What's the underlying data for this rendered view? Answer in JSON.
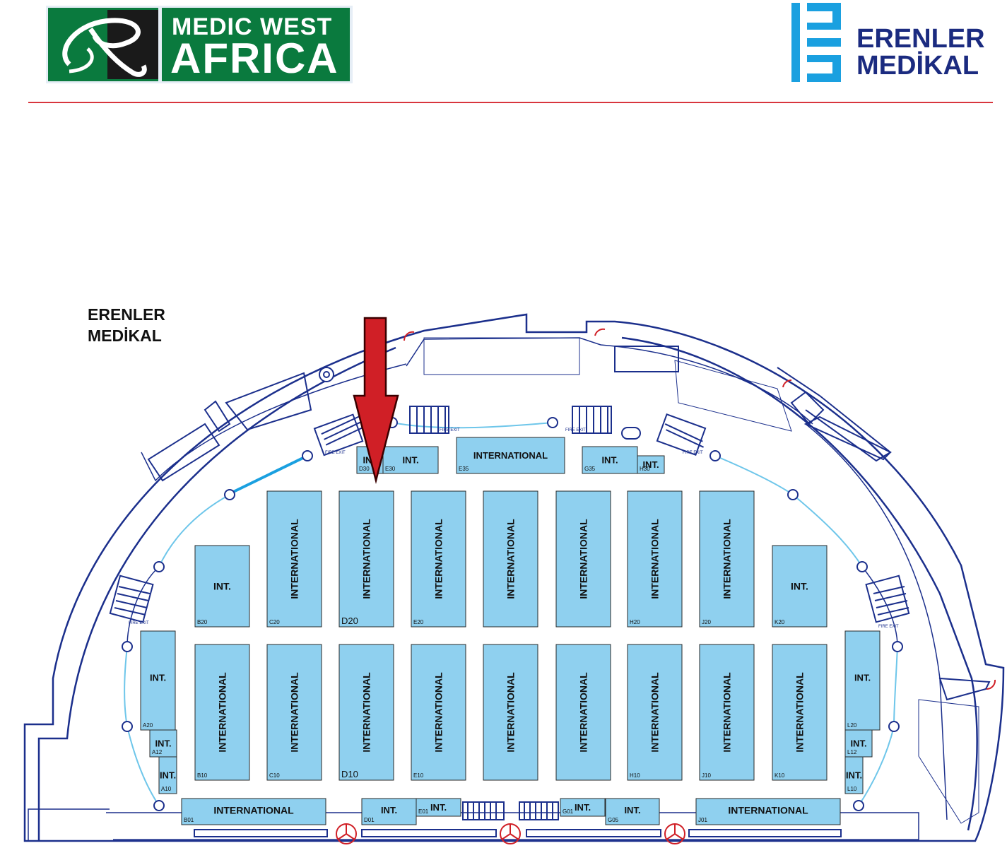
{
  "logo_left": {
    "line1": "MEDIC WEST",
    "line2": "AFRICA"
  },
  "logo_right": {
    "line1": "ERENLER",
    "line2": "MEDİKAL"
  },
  "company_label": {
    "line1": "ERENLER",
    "line2": "MEDİKAL"
  },
  "colors": {
    "stand_fill": "#8fd0ef",
    "stand_stroke": "#2a2a2a",
    "wall": "#1b2f8c",
    "glass": "#6ec6ea",
    "arrow": "#d01f26",
    "rule": "#d8363d",
    "logo_green": "#0a7a3e",
    "logo_blue": "#1aa0e0"
  },
  "fire_exit_label": "FIRE EXIT",
  "stands_upper": [
    {
      "code": "B20",
      "label": "INT."
    },
    {
      "code": "C20",
      "label": "INTERNATIONAL"
    },
    {
      "code": "D20",
      "label": "INTERNATIONAL"
    },
    {
      "code": "E20",
      "label": "INTERNATIONAL"
    },
    {
      "code": "",
      "label": "INTERNATIONAL"
    },
    {
      "code": "",
      "label": "INTERNATIONAL"
    },
    {
      "code": "H20",
      "label": "INTERNATIONAL"
    },
    {
      "code": "J20",
      "label": "INTERNATIONAL"
    },
    {
      "code": "K20",
      "label": "INT."
    }
  ],
  "stands_lower": [
    {
      "code": "B10",
      "label": "INTERNATIONAL"
    },
    {
      "code": "C10",
      "label": "INTERNATIONAL"
    },
    {
      "code": "D10",
      "label": "INTERNATIONAL"
    },
    {
      "code": "E10",
      "label": "INTERNATIONAL"
    },
    {
      "code": "",
      "label": "INTERNATIONAL"
    },
    {
      "code": "",
      "label": "INTERNATIONAL"
    },
    {
      "code": "H10",
      "label": "INTERNATIONAL"
    },
    {
      "code": "J10",
      "label": "INTERNATIONAL"
    },
    {
      "code": "K10",
      "label": "INTERNATIONAL"
    }
  ],
  "stands_top": [
    {
      "code": "D30",
      "label": "INT."
    },
    {
      "code": "E30",
      "label": "INT."
    },
    {
      "code": "E35",
      "label": "INTERNATIONAL"
    },
    {
      "code": "G35",
      "label": "INT."
    },
    {
      "code": "H30",
      "label": "INT."
    }
  ],
  "stands_side": [
    {
      "code": "A20",
      "label": "INT."
    },
    {
      "code": "A12",
      "label": "INT."
    },
    {
      "code": "A10",
      "label": "INT."
    },
    {
      "code": "L20",
      "label": "INT."
    },
    {
      "code": "L12",
      "label": "INT."
    },
    {
      "code": "L10",
      "label": "INT."
    }
  ],
  "stands_bottom": [
    {
      "code": "B01",
      "label": "INTERNATIONAL"
    },
    {
      "code": "D01",
      "label": "INT."
    },
    {
      "code": "E01",
      "label": "INT."
    },
    {
      "code": "G01",
      "label": "INT."
    },
    {
      "code": "G05",
      "label": "INT."
    },
    {
      "code": "J01",
      "label": "INTERNATIONAL"
    }
  ]
}
